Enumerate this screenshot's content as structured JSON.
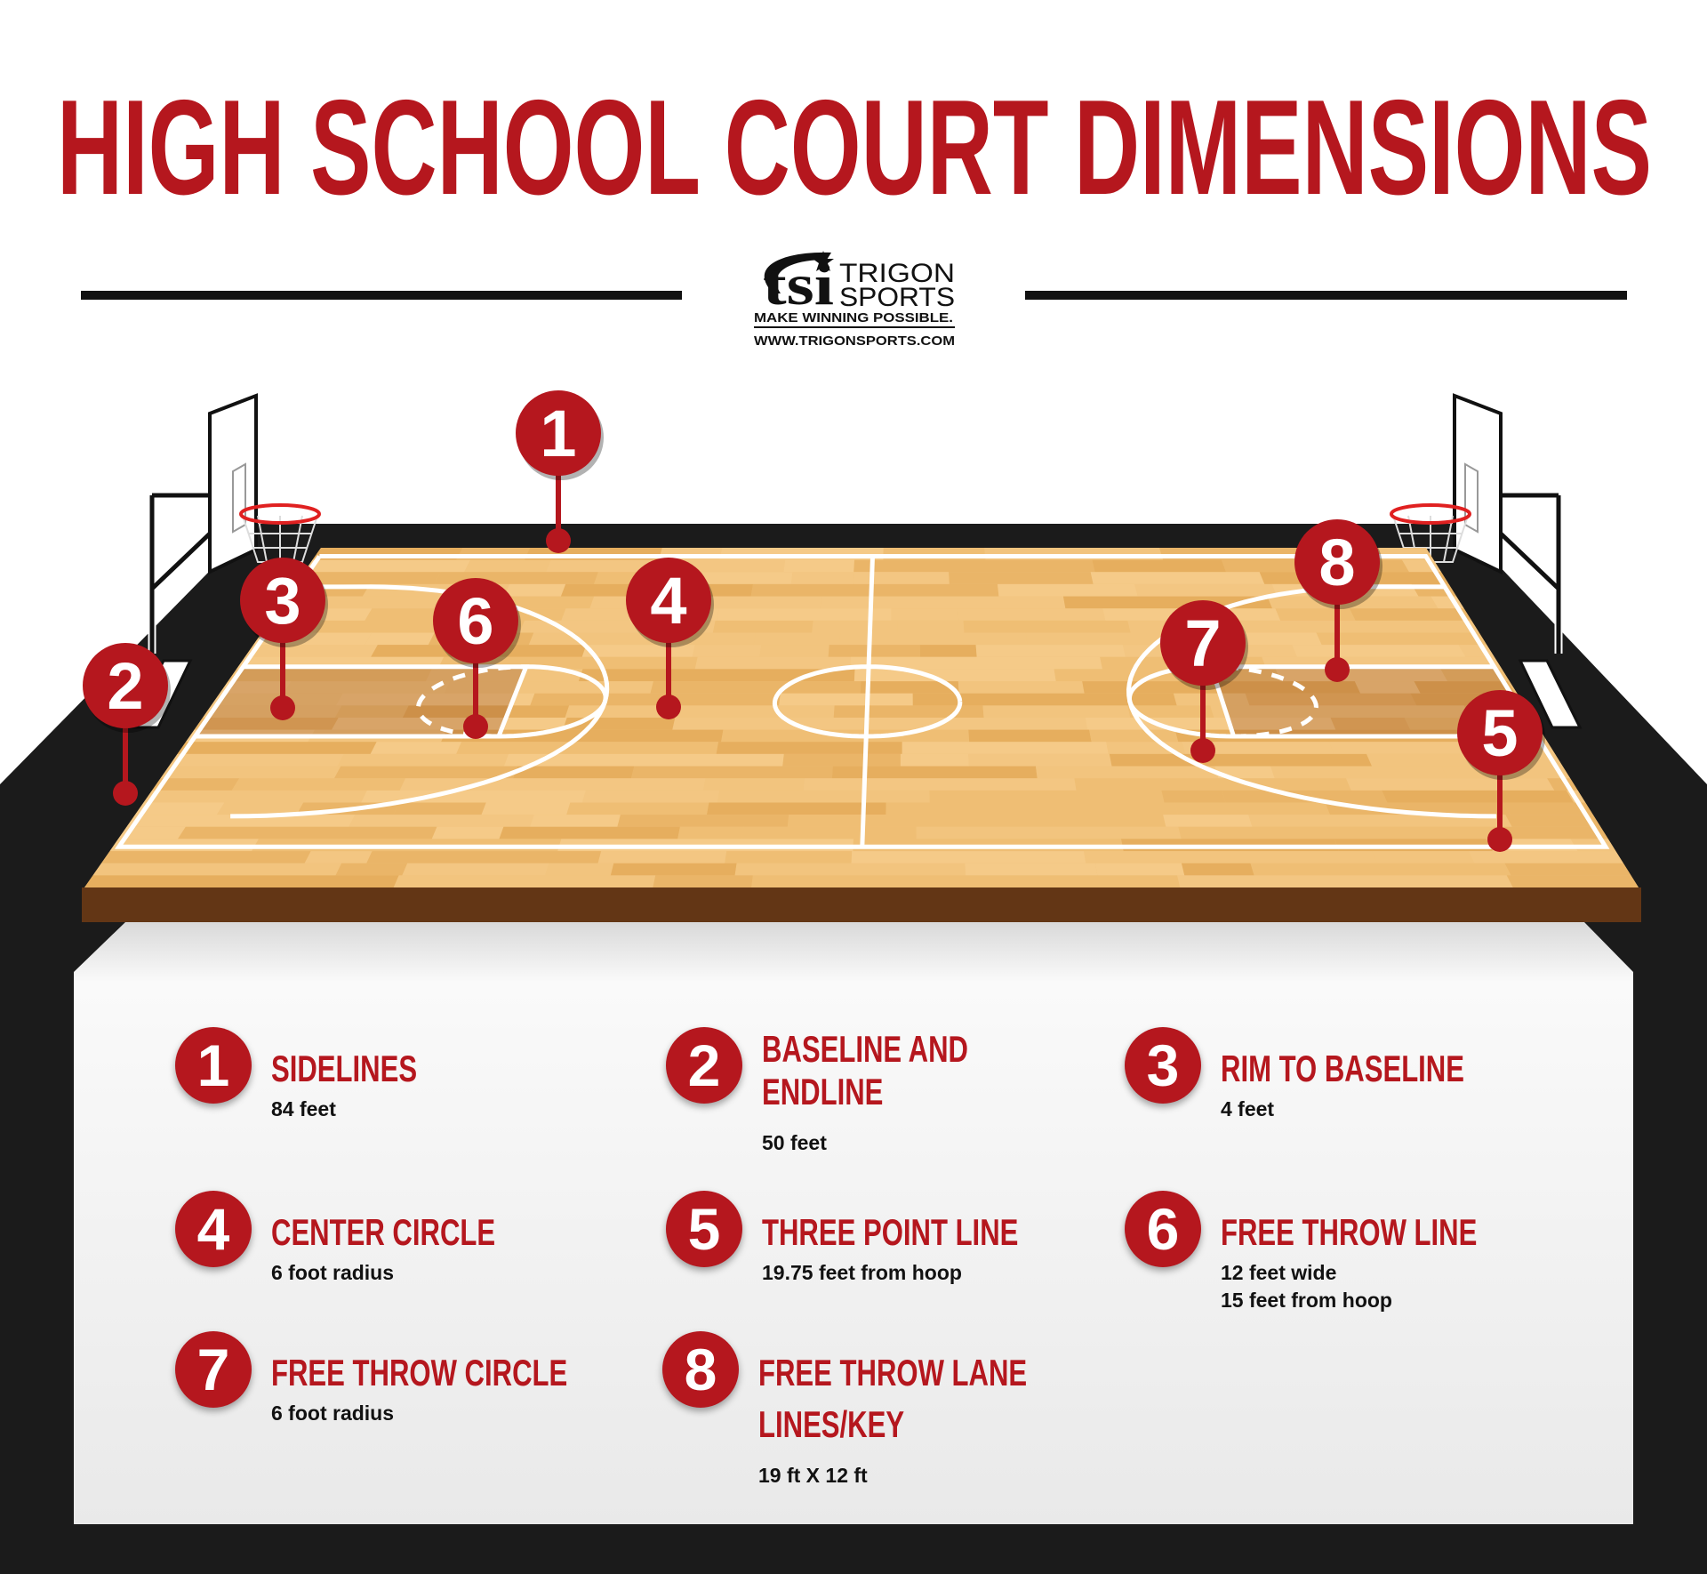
{
  "title": "HIGH SCHOOL COURT DIMENSIONS",
  "logo": {
    "mark": "tsi",
    "name_line1": "TRIGON",
    "name_line2": "SPORTS",
    "tagline": "MAKE WINNING POSSIBLE.",
    "url": "WWW.TRIGONSPORTS.COM"
  },
  "colors": {
    "accent": "#b5171e",
    "floor": "#f0c078",
    "dark": "#1b1b1b",
    "edge": "#633615"
  },
  "court_markers": [
    "1",
    "2",
    "3",
    "4",
    "5",
    "6",
    "7",
    "8"
  ],
  "legend": [
    {
      "number": "1",
      "title": "SIDELINES",
      "values": [
        "84 feet"
      ]
    },
    {
      "number": "2",
      "title": "BASELINE AND",
      "title2": "ENDLINE",
      "values": [
        "50 feet"
      ]
    },
    {
      "number": "3",
      "title": "RIM TO BASELINE",
      "values": [
        "4 feet"
      ]
    },
    {
      "number": "4",
      "title": "CENTER CIRCLE",
      "values": [
        "6 foot radius"
      ]
    },
    {
      "number": "5",
      "title": "THREE POINT LINE",
      "values": [
        "19.75 feet from hoop"
      ]
    },
    {
      "number": "6",
      "title": "FREE THROW LINE",
      "values": [
        "12 feet wide",
        "15 feet from hoop"
      ]
    },
    {
      "number": "7",
      "title": "FREE THROW CIRCLE",
      "values": [
        "6 foot radius"
      ]
    },
    {
      "number": "8",
      "title": "FREE THROW LANE",
      "title2": "LINES/KEY",
      "values": [
        "19 ft X 12 ft"
      ]
    }
  ]
}
